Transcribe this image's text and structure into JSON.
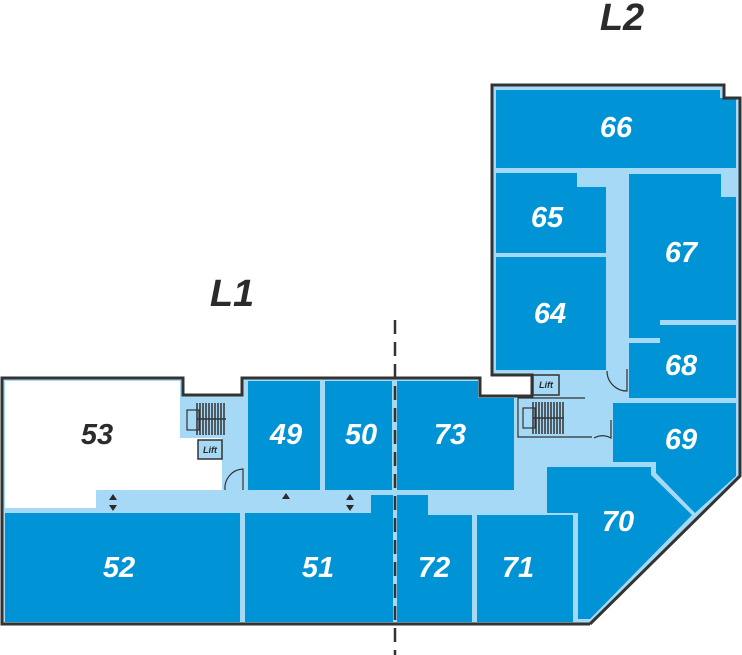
{
  "levels": {
    "l1": "L1",
    "l2": "L2"
  },
  "rooms": {
    "r49": "49",
    "r50": "50",
    "r51": "51",
    "r52": "52",
    "r53": "53",
    "r64": "64",
    "r65": "65",
    "r66": "66",
    "r67": "67",
    "r68": "68",
    "r69": "69",
    "r70": "70",
    "r71": "71",
    "r72": "72",
    "r73": "73"
  },
  "facilities": {
    "lift_label": "Lift"
  },
  "colors": {
    "room": "#0093d6",
    "corridor": "#a6d9f5",
    "wall": "#333333",
    "unassigned": "#ffffff"
  }
}
